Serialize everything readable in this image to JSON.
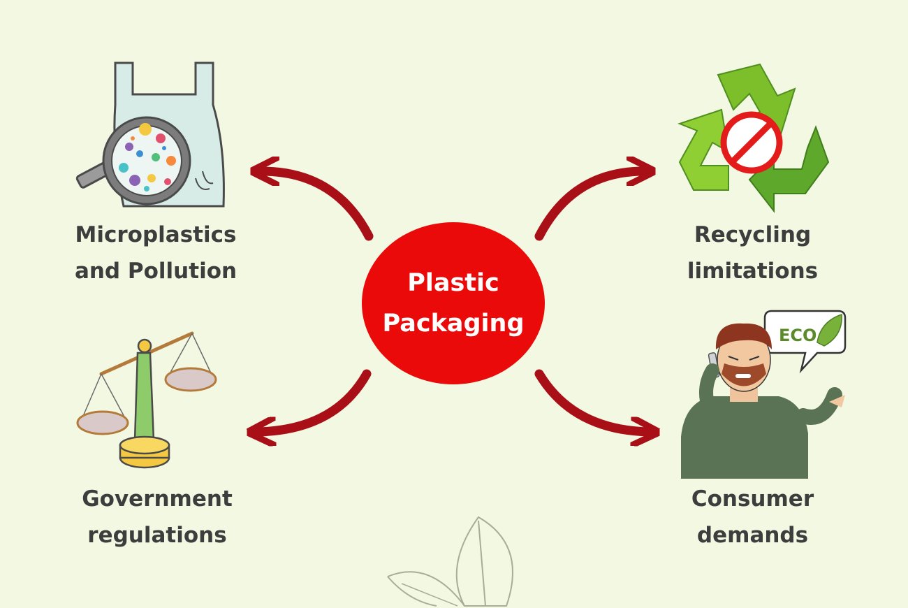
{
  "center": {
    "line1": "Plastic",
    "line2": "Packaging"
  },
  "items": {
    "microplastics": {
      "line1": "Microplastics",
      "line2": "and Pollution",
      "icon": "plastic-bag-magnifier-icon"
    },
    "recycling": {
      "line1": "Recycling",
      "line2": "limitations",
      "icon": "recycle-prohibited-icon"
    },
    "government": {
      "line1": "Government",
      "line2": "regulations",
      "icon": "balance-scale-icon"
    },
    "consumer": {
      "line1": "Consumer",
      "line2": "demands",
      "icon": "man-on-phone-icon",
      "badge": "ECO"
    }
  },
  "colors": {
    "background": "#f2f8e1",
    "center": "#ea0a0a",
    "arrow": "#a80f16",
    "text": "#3d3d3d"
  }
}
